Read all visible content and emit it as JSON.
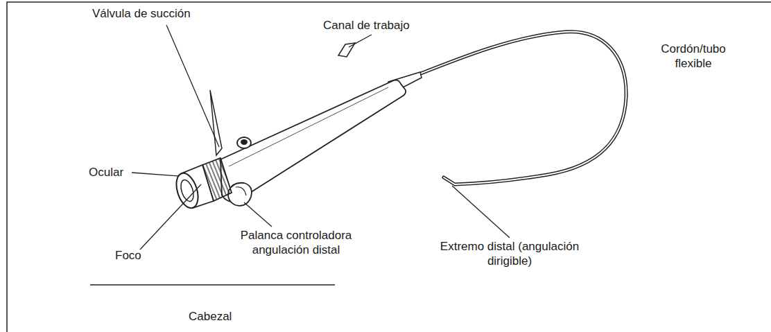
{
  "diagram": {
    "labels": [
      "Válvula de succión",
      "Canal de trabajo",
      "Cordón/tubo flexible",
      "Ocular",
      "Foco",
      "Palanca controladora angulación distal",
      "Extremo distal (angulación dirigible)",
      "Cabezal"
    ]
  }
}
